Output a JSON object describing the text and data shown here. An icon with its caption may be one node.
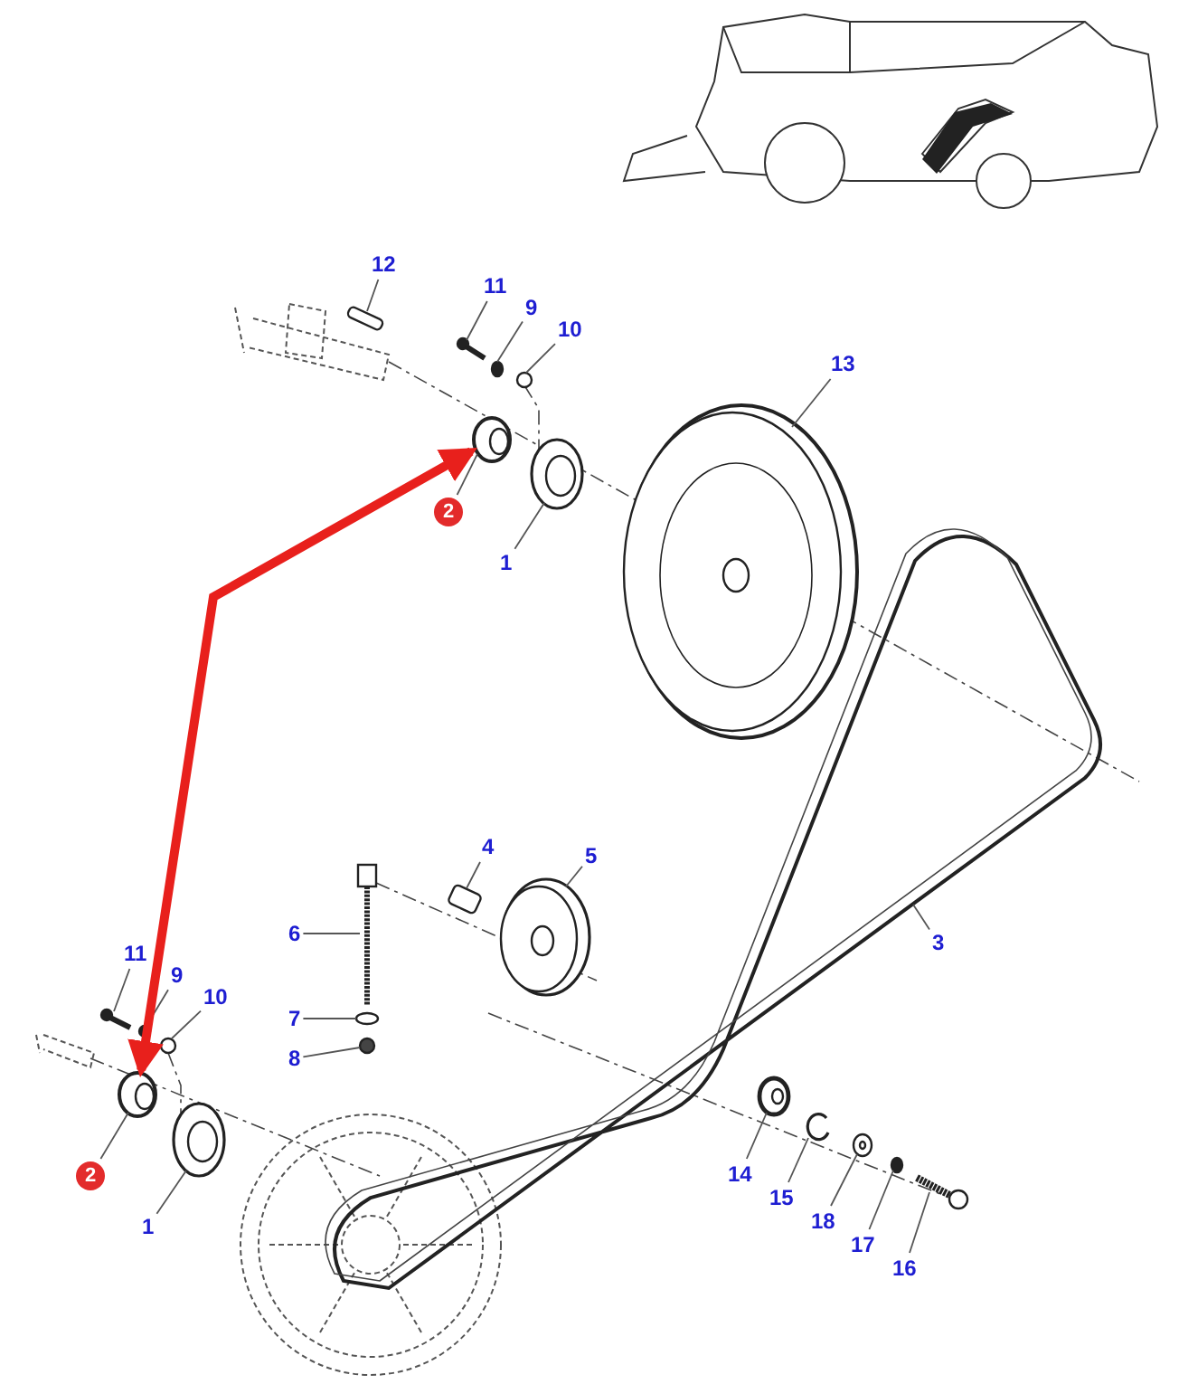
{
  "diagram": {
    "nodes": [
      {
        "text": [
          "12"
        ]
      },
      {
        "text": [
          "11"
        ]
      },
      {
        "text": [
          "9"
        ]
      },
      {
        "text": [
          "10"
        ]
      },
      {
        "text": [
          "13"
        ]
      },
      {
        "text": [
          "2"
        ]
      },
      {
        "text": [
          "1"
        ]
      },
      {
        "text": [
          "4"
        ]
      },
      {
        "text": [
          "5"
        ]
      },
      {
        "text": [
          "3"
        ]
      },
      {
        "text": [
          "6"
        ]
      },
      {
        "text": [
          "11"
        ]
      },
      {
        "text": [
          "9"
        ]
      },
      {
        "text": [
          "10"
        ]
      },
      {
        "text": [
          "7"
        ]
      },
      {
        "text": [
          "8"
        ]
      },
      {
        "text": [
          "2"
        ]
      },
      {
        "text": [
          "1"
        ]
      },
      {
        "text": [
          "14"
        ]
      },
      {
        "text": [
          "15"
        ]
      },
      {
        "text": [
          "18"
        ]
      },
      {
        "text": [
          "17"
        ]
      },
      {
        "text": [
          "16"
        ]
      },
      {
        "text": [],
        "shape": "box"
      },
      {
        "text": [],
        "shape": "picture"
      },
      {
        "text": [],
        "shape": "circle"
      },
      {
        "text": [],
        "shape": "circle"
      },
      {
        "text": [],
        "shape": "picture"
      },
      {
        "text": [],
        "shape": "picture"
      },
      {
        "text": [],
        "shape": "picture"
      },
      {
        "text": [],
        "shape": "box"
      },
      {
        "text": [],
        "shape": "picture"
      },
      {
        "text": [],
        "shape": "picture"
      },
      {
        "text": [],
        "shape": "picture"
      },
      {
        "text": [],
        "shape": "picture"
      },
      {
        "text": [],
        "shape": "circle"
      },
      {
        "text": [],
        "shape": "circle"
      },
      {
        "text": [],
        "shape": "circle"
      },
      {
        "text": [],
        "shape": "circle"
      },
      {
        "text": [],
        "shape": "picture"
      },
      {
        "text": [],
        "shape": "picture"
      },
      {
        "text": [],
        "shape": "picture"
      },
      {
        "text": [],
        "shape": "picture"
      },
      {
        "text": [],
        "shape": "picture"
      },
      {
        "text": [],
        "shape": "circle"
      },
      {
        "text": [],
        "shape": "picture"
      }
    ],
    "edges": [
      {
        "from": 0,
        "to": 23,
        "arrow": "none"
      },
      {
        "from": 1,
        "to": 24,
        "arrow": "none"
      },
      {
        "from": 2,
        "to": 25,
        "arrow": "none"
      },
      {
        "from": 3,
        "to": 26,
        "arrow": "none"
      },
      {
        "from": 4,
        "to": 27,
        "arrow": "none"
      },
      {
        "from": 5,
        "to": 28,
        "arrow": "none"
      },
      {
        "from": 6,
        "to": 29,
        "arrow": "none"
      },
      {
        "from": 7,
        "to": 30,
        "arrow": "none"
      },
      {
        "from": 8,
        "to": 31,
        "arrow": "none"
      },
      {
        "from": 9,
        "to": 32,
        "arrow": "none"
      },
      {
        "from": 10,
        "to": 33,
        "arrow": "none"
      },
      {
        "from": 11,
        "to": 34,
        "arrow": "none"
      },
      {
        "from": 12,
        "to": 35,
        "arrow": "none"
      },
      {
        "from": 13,
        "to": 36,
        "arrow": "none"
      },
      {
        "from": 14,
        "to": 37,
        "arrow": "none"
      },
      {
        "from": 15,
        "to": 38,
        "arrow": "none"
      },
      {
        "from": 16,
        "to": 39,
        "arrow": "none"
      },
      {
        "from": 17,
        "to": 40,
        "arrow": "none"
      },
      {
        "from": 18,
        "to": 41,
        "arrow": "none"
      },
      {
        "from": 19,
        "to": 42,
        "arrow": "none"
      },
      {
        "from": 20,
        "to": 43,
        "arrow": "none"
      },
      {
        "from": 21,
        "to": 44,
        "arrow": "none"
      },
      {
        "from": 22,
        "to": 45,
        "arrow": "none"
      },
      {
        "from": 28,
        "to": 39,
        "arrow": "both",
        "style": "thick",
        "color": "#e8201c"
      }
    ]
  }
}
